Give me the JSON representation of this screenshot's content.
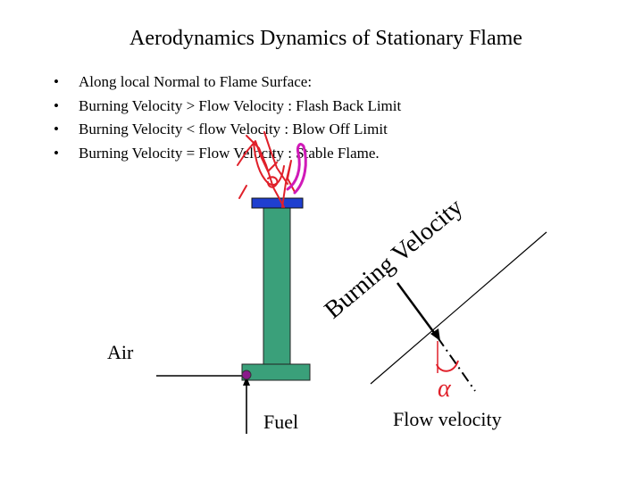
{
  "title": "Aerodynamics Dynamics of Stationary Flame",
  "bullets": [
    "Along local Normal to Flame Surface:",
    "Burning Velocity > Flow Velocity : Flash Back Limit",
    "Burning Velocity < flow Velocity : Blow Off Limit",
    "Burning Velocity = Flow Velocity : Stable Flame."
  ],
  "diagram": {
    "burning_velocity_label": "Burning Velocity",
    "air_label": "Air",
    "fuel_label": "Fuel",
    "flow_velocity_label": "Flow velocity",
    "angle_symbol": "α"
  },
  "colors": {
    "burner_tube": "#3aa07a",
    "burner_cap": "#1f3fd0",
    "fuel_port": "#8a1a8a",
    "flame_red": "#e0202a",
    "flame_magenta": "#d01ab8",
    "annotation_red": "#e0202a"
  }
}
